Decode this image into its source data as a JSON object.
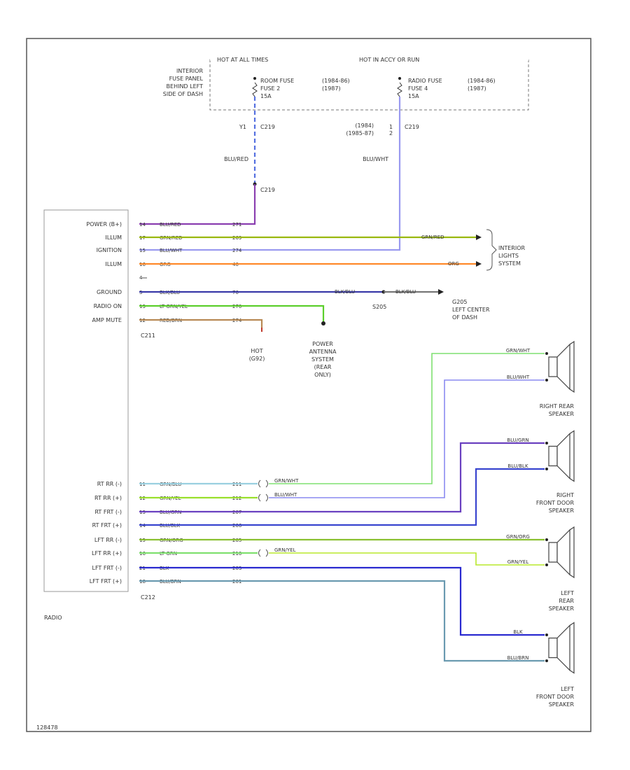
{
  "top": {
    "hot_all_times": "HOT AT ALL TIMES",
    "hot_acc_run": "HOT IN ACCY OR RUN",
    "fuse_panel_label": [
      "INTERIOR",
      "FUSE PANEL",
      "BEHIND LEFT",
      "SIDE OF DASH"
    ],
    "room_fuse": [
      "ROOM FUSE",
      "FUSE 2",
      "15A"
    ],
    "room_fuse_years": [
      "(1984-86)",
      "(1987)"
    ],
    "radio_fuse": [
      "RADIO FUSE",
      "FUSE 4",
      "15A"
    ],
    "radio_fuse_years": [
      "(1984-86)",
      "(1987)"
    ],
    "conn_y1": "Y1",
    "conn_c219_a": "C219",
    "conn_c219_b": "C219",
    "conn_c219_c": "C219",
    "years_right": [
      "(1984)",
      "(1985-87)"
    ],
    "wire_blu_red": "BLU/RED",
    "wire_blu_wht": "BLU/WHT"
  },
  "radio": {
    "label": "RADIO",
    "pins_upper": [
      "POWER (B+)",
      "ILLUM",
      "IGNITION",
      "ILLUM",
      "",
      "GROUND",
      "RADIO ON",
      "AMP MUTE"
    ],
    "pins_lower": [
      "RT RR (-)",
      "RT RR (+)",
      "RT FRT (-)",
      "RT FRT (+)",
      "LFT RR (-)",
      "LFT RR (+)",
      "LFT FRT (-)",
      "LFT FRT (+)"
    ],
    "conn_upper": "C211",
    "conn_lower": "C212"
  },
  "wires_upper": [
    {
      "pin": "14",
      "color": "BLU/RED",
      "circuit": "271",
      "stroke": "#8a3fb0"
    },
    {
      "pin": "17",
      "color": "GRN/RED",
      "circuit": "269",
      "stroke": "#9ab80f"
    },
    {
      "pin": "15",
      "color": "BLU/WHT",
      "circuit": "274",
      "stroke": "#9a9af0"
    },
    {
      "pin": "16",
      "color": "ORG",
      "circuit": "40",
      "stroke": "#ff8a2a"
    },
    {
      "pin": "4",
      "color": "",
      "circuit": "",
      "stroke": ""
    },
    {
      "pin": "3",
      "color": "BLK/BLU",
      "circuit": "70",
      "stroke": "#3a3aa8"
    },
    {
      "pin": "13",
      "color": "LT GRN/YEL",
      "circuit": "270",
      "stroke": "#5ccf2c"
    },
    {
      "pin": "12",
      "color": "RED/BRN",
      "circuit": "274",
      "stroke": "#b88a55"
    }
  ],
  "wires_lower": [
    {
      "pin": "11",
      "color": "GRN/BLU",
      "circuit": "211",
      "stroke": "#9ad0e0"
    },
    {
      "pin": "12",
      "color": "GRN/YEL",
      "circuit": "212",
      "stroke": "#9ae02c"
    },
    {
      "pin": "13",
      "color": "BLU/GRN",
      "circuit": "207",
      "stroke": "#6a40c0"
    },
    {
      "pin": "14",
      "color": "BLU/BLK",
      "circuit": "206",
      "stroke": "#3a45cf"
    },
    {
      "pin": "15",
      "color": "GRN/ORG",
      "circuit": "205",
      "stroke": "#8ac030"
    },
    {
      "pin": "16",
      "color": "LT GRN",
      "circuit": "210",
      "stroke": "#7fe070"
    },
    {
      "pin": "21",
      "color": "BLK",
      "circuit": "203",
      "stroke": "#2a2ad0"
    },
    {
      "pin": "18",
      "color": "BLU/BRN",
      "circuit": "201",
      "stroke": "#3a6ad0"
    }
  ],
  "right_labels": {
    "grn_red_end": "GRN/RED",
    "org_end": "ORG",
    "interior_lights": [
      "INTERIOR",
      "LIGHTS",
      "SYSTEM"
    ],
    "blk_blu_mid": "BLK/BLU",
    "blk_blu_end": "BLK/BLU",
    "s205": "S205",
    "g205": [
      "G205",
      "LEFT CENTER",
      "OF DASH"
    ],
    "hot_label": [
      "HOT",
      "(G92)"
    ],
    "power_antenna": [
      "POWER",
      "ANTENNA",
      "SYSTEM",
      "(REAR",
      "ONLY)"
    ],
    "splice_grn_wht": "GRN/WHT",
    "splice_blu_wht": "BLU/WHT",
    "splice_grn_yel": "GRN/YEL"
  },
  "speakers": [
    {
      "name": [
        "RIGHT REAR",
        "SPEAKER"
      ],
      "top_wire": "GRN/WHT",
      "bottom_wire": "BLU/WHT"
    },
    {
      "name": [
        "RIGHT",
        "FRONT DOOR",
        "SPEAKER"
      ],
      "top_wire": "BLU/GRN",
      "bottom_wire": "BLU/BLK"
    },
    {
      "name": [
        "LEFT",
        "REAR",
        "SPEAKER"
      ],
      "top_wire": "GRN/ORG",
      "bottom_wire": "GRN/YEL"
    },
    {
      "name": [
        "LEFT",
        "FRONT DOOR",
        "SPEAKER"
      ],
      "top_wire": "BLK",
      "bottom_wire": "BLU/BRN"
    }
  ],
  "footer": {
    "code": "128478"
  }
}
